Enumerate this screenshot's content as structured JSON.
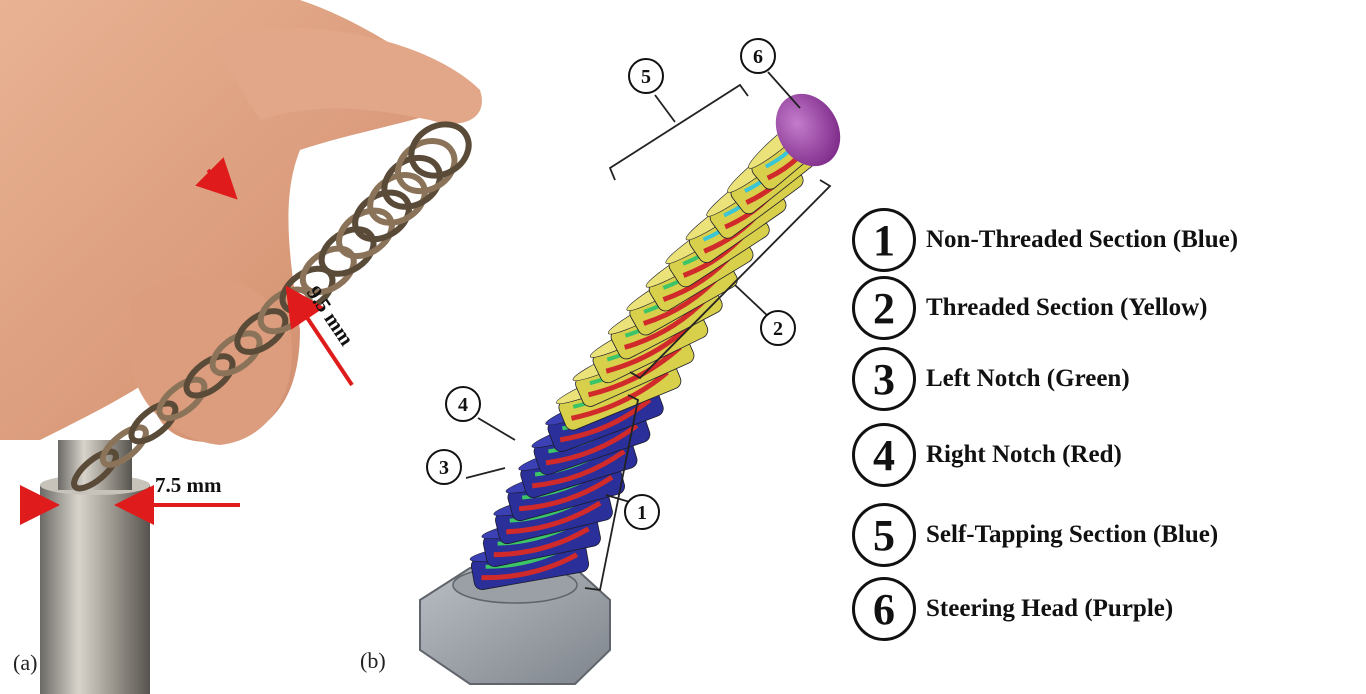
{
  "panels": {
    "a_label": "(a)",
    "b_label": "(b)"
  },
  "dimensions": {
    "outer_diameter": "9.5 mm",
    "inner_diameter": "7.5 mm"
  },
  "callouts": [
    "1",
    "2",
    "3",
    "4",
    "5",
    "6"
  ],
  "legend": [
    {
      "number": "1",
      "text": "Non-Threaded Section (Blue)"
    },
    {
      "number": "2",
      "text": "Threaded Section (Yellow)"
    },
    {
      "number": "3",
      "text": "Left Notch (Green)"
    },
    {
      "number": "4",
      "text": "Right Notch (Red)"
    },
    {
      "number": "5",
      "text": "Self-Tapping Section (Blue)"
    },
    {
      "number": "6",
      "text": "Steering Head (Purple)"
    }
  ],
  "colors": {
    "non_threaded": "#2b2f9a",
    "threaded": "#d8cf4a",
    "left_notch": "#3cc468",
    "right_notch": "#d12a2a",
    "self_tapping": "#3ac6d6",
    "steering_head": "#9b3fa6",
    "dimension_arrow": "#e01b1b",
    "nut": "#8f959c"
  }
}
